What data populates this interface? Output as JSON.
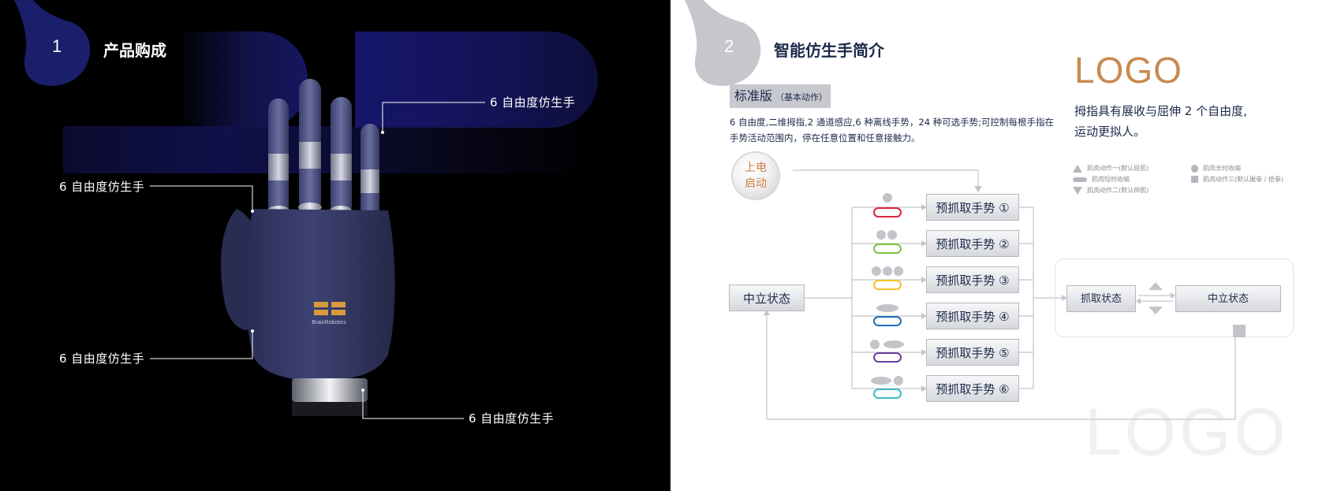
{
  "left_panel": {
    "section_number": "1",
    "section_title": "产品购成",
    "callouts": [
      "6 自由度仿生手",
      "6 自由度仿生手",
      "6 自由度仿生手",
      "6 自由度仿生手"
    ],
    "hand_brand": "BrainRobotics"
  },
  "right_panel": {
    "section_number": "2",
    "section_title": "智能仿生手简介",
    "tag_label": "标准版",
    "tag_sub": "（基本动作）",
    "description": "6 自由度,二维拇指,2 通道感应,6 种离线手势，24 种可选手势;可控制每根手指在手势活动范围内，停在任意位置和任意接触力。",
    "logo": "LOGO",
    "logo_desc": "拇指具有展收与屈伸 2 个自由度,运动更拟人。",
    "watermark": "LOGO",
    "power_line1": "上电",
    "power_line2": "启动",
    "neutral_left": "中立状态",
    "grips": [
      "预抓取手势 ①",
      "预抓取手势 ②",
      "预抓取手势 ③",
      "预抓取手势 ④",
      "预抓取手势 ⑤",
      "预抓取手势 ⑥"
    ],
    "grab_state": "抓取状态",
    "neutral_right": "中立状态",
    "legend": [
      "肌肉动作一(默认屈肌)",
      "肌肉短时收缩",
      "肌肉动作二(默认伸肌)",
      "肌肉长时收缩",
      "肌肉动作三(默认握拳 / 捂拳)"
    ],
    "grip_colors": [
      "#d7263d",
      "#7cc242",
      "#f2c12e",
      "#1f6fb2",
      "#6b3fa0",
      "#3fb8c8"
    ]
  },
  "colors": {
    "accent_orange": "#c98a4e",
    "navy_text": "#1c2a4a",
    "blob_left": "#1a1f6b",
    "blob_right": "#c6c7cc"
  }
}
